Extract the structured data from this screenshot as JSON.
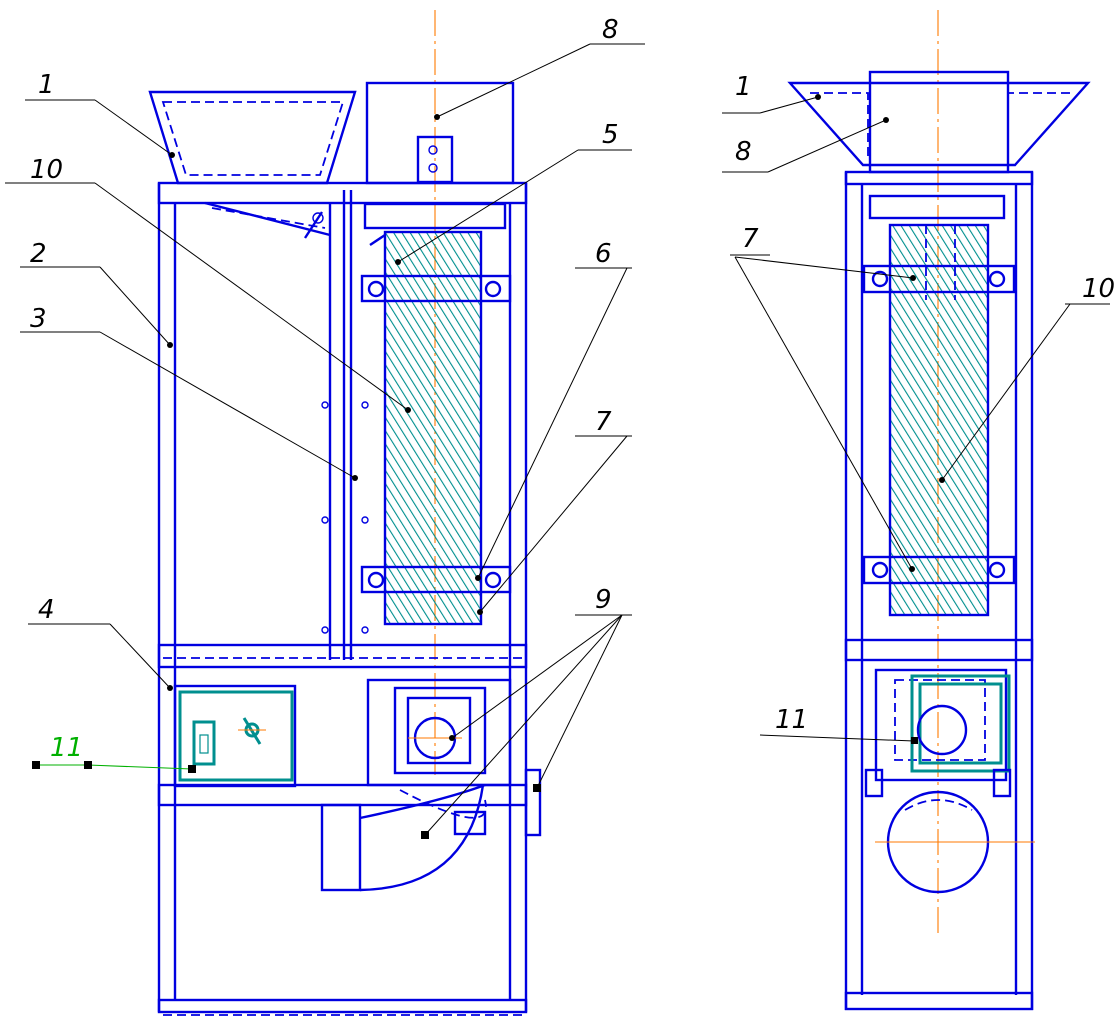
{
  "colors": {
    "outline": "#0000e0",
    "auger_hatch": "#008f8f",
    "axis_line": "#ff7a00",
    "leader": "#000000",
    "highlight_leader": "#00b000"
  },
  "views": {
    "front": {
      "callouts": [
        {
          "id": "c1",
          "label": "1"
        },
        {
          "id": "c10",
          "label": "10"
        },
        {
          "id": "c2",
          "label": "2"
        },
        {
          "id": "c3",
          "label": "3"
        },
        {
          "id": "c4",
          "label": "4"
        },
        {
          "id": "c11",
          "label": "11",
          "highlight": true
        },
        {
          "id": "c8",
          "label": "8"
        },
        {
          "id": "c5",
          "label": "5"
        },
        {
          "id": "c6",
          "label": "6"
        },
        {
          "id": "c7",
          "label": "7"
        },
        {
          "id": "c9",
          "label": "9"
        }
      ]
    },
    "side": {
      "callouts": [
        {
          "id": "s1",
          "label": "1"
        },
        {
          "id": "s8",
          "label": "8"
        },
        {
          "id": "s7",
          "label": "7"
        },
        {
          "id": "s10",
          "label": "10"
        },
        {
          "id": "s11",
          "label": "11"
        }
      ]
    }
  }
}
